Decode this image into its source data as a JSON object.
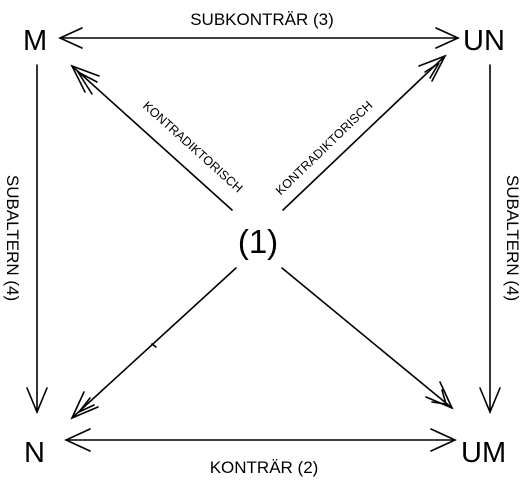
{
  "diagram": {
    "corners": {
      "top_left": "M",
      "top_right": "UN",
      "bottom_left": "N",
      "bottom_right": "UM"
    },
    "center": "(1)",
    "edges": {
      "top": "SUBKONTRÄR (3)",
      "bottom": "KONTRÄR (2)",
      "left": "SUBALTERN (4)",
      "right": "SUBALTERN (4)"
    },
    "diagonals": {
      "left": "KONTRADIKTORISCH",
      "right": "KONTRADIKTORISCH"
    }
  }
}
